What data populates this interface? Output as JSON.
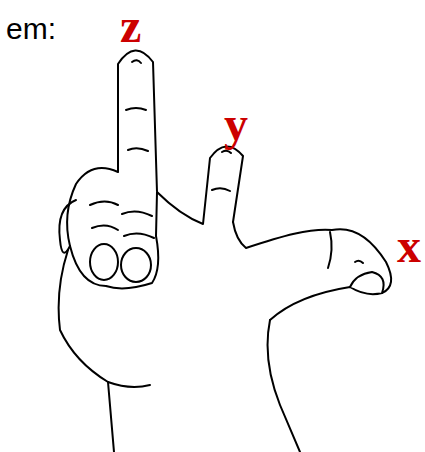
{
  "diagram": {
    "labels": [
      "em:",
      "z",
      "y",
      "x"
    ]
  }
}
